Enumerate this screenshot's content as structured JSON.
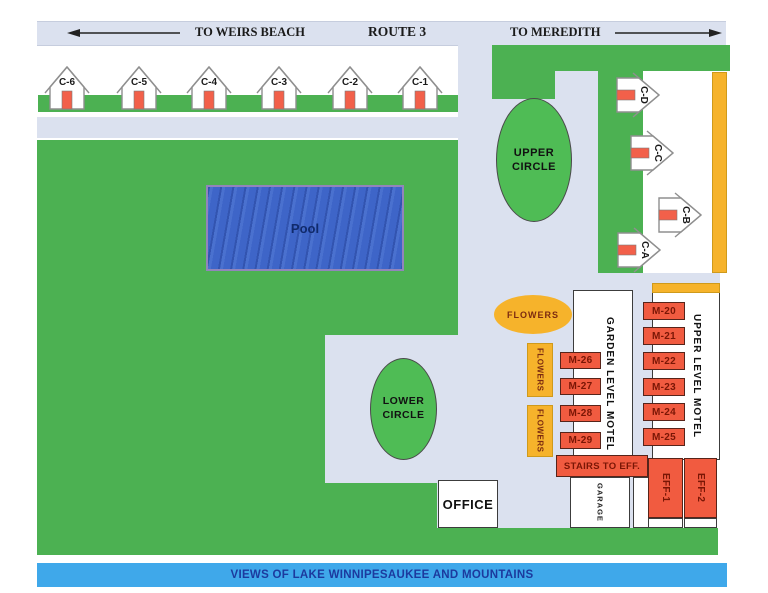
{
  "roads": {
    "west_label": "TO WEIRS BEACH",
    "route_label": "ROUTE 3",
    "east_label": "TO MEREDITH"
  },
  "footer": {
    "text": "VIEWS OF LAKE WINNIPESAUKEE AND MOUNTAINS"
  },
  "pool": {
    "label": "Pool"
  },
  "circles": {
    "upper": "UPPER CIRCLE",
    "lower": "LOWER CIRCLE"
  },
  "flowers": {
    "ellipse_label": "FLOWERS",
    "box1_label": "FLOWERS",
    "box2_label": "FLOWERS"
  },
  "buildings": {
    "office": "OFFICE",
    "garage": "GARAGE",
    "garden_motel": "GARDEN  LEVEL  MOTEL",
    "upper_motel": "UPPER  LEVEL  MOTEL",
    "stairs": "STAIRS TO EFF."
  },
  "cottages_top": [
    {
      "label": "C-6"
    },
    {
      "label": "C-5"
    },
    {
      "label": "C-4"
    },
    {
      "label": "C-3"
    },
    {
      "label": "C-2"
    },
    {
      "label": "C-1"
    }
  ],
  "cottages_right": [
    {
      "label": "C-D"
    },
    {
      "label": "C-C"
    },
    {
      "label": "C-B"
    },
    {
      "label": "C-A"
    }
  ],
  "units": {
    "garden": [
      "M-26",
      "M-27",
      "M-28",
      "M-29"
    ],
    "upper": [
      "M-20",
      "M-21",
      "M-22",
      "M-23",
      "M-24",
      "M-25"
    ],
    "eff": [
      "EFF-1",
      "EFF-2"
    ]
  },
  "colors": {
    "grass": "#4cb152",
    "road": "#dbe1ef",
    "pool_blue": "#3e65c8",
    "unit_orange": "#f15b40",
    "unit_text_maroon": "#7a1605",
    "flower_yellow": "#f6b32b",
    "banner_blue": "#3fa8ea",
    "banner_text": "#1c3a9e"
  }
}
